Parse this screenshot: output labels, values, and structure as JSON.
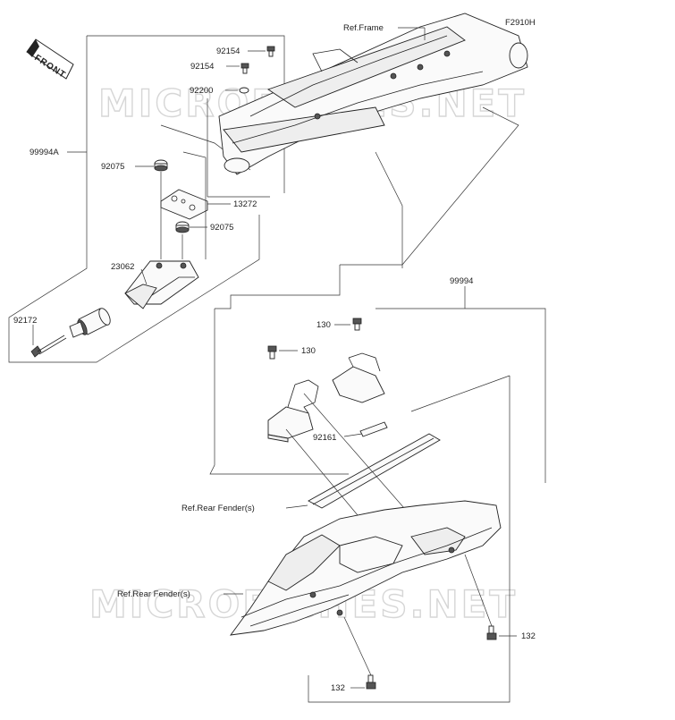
{
  "diagram_code": "F2910H",
  "front_label": "FRONT",
  "watermark": "MICROFICHES.NET",
  "labels": {
    "ref_frame": "Ref.Frame",
    "p92154_a": "92154",
    "p92154_b": "92154",
    "p92200": "92200",
    "p99994A": "99994A",
    "p92075_a": "92075",
    "p13272": "13272",
    "p92075_b": "92075",
    "p23062": "23062",
    "p92172": "92172",
    "p99994": "99994",
    "p130_a": "130",
    "p130_b": "130",
    "p92161": "92161",
    "ref_rear_fender_1": "Ref.Rear Fender(s)",
    "ref_rear_fender_2": "Ref.Rear Fender(s)",
    "p132_a": "132",
    "p132_b": "132"
  }
}
